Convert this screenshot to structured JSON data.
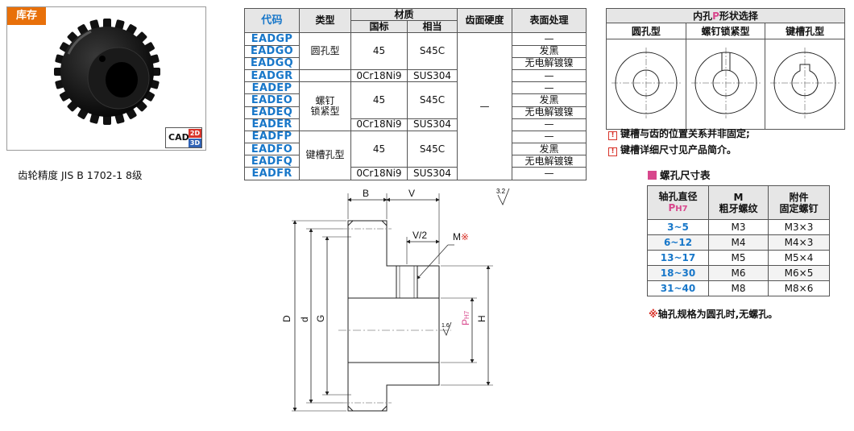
{
  "product": {
    "stock_tag": "库存",
    "cad_label": "CAD",
    "cad_2d": "2D",
    "cad_3d": "3D",
    "precision": "齿轮精度 JIS B 1702-1 8级"
  },
  "spec_table": {
    "headers": {
      "code": "代码",
      "type": "类型",
      "material": "材质",
      "material_std": "国标",
      "material_equiv": "相当",
      "hardness": "齿面硬度",
      "surface": "表面处理"
    },
    "codes": [
      "EADGP",
      "EADGO",
      "EADGQ",
      "EADGR",
      "EADEP",
      "EADEO",
      "EADEQ",
      "EADER",
      "EADFP",
      "EADFO",
      "EADFQ",
      "EADFR"
    ],
    "types": {
      "round": "圆孔型",
      "screw_line1": "螺钉",
      "screw_line2": "锁紧型",
      "keyway": "键槽孔型"
    },
    "material_45": "45",
    "material_s45c": "S45C",
    "material_ss": "0Cr18Ni9",
    "material_sus": "SUS304",
    "hardness_value": "—",
    "surface_none": "—",
    "surface_black": "发黑",
    "surface_nickel": "无电解镀镍"
  },
  "hole_shapes": {
    "title_prefix": "内孔",
    "title_p": "P",
    "title_suffix": "形状选择",
    "round": "圆孔型",
    "screw": "螺钉锁紧型",
    "keyway": "键槽孔型",
    "note1": "键槽与齿的位置关系并非固定;",
    "note2": "键槽详细尺寸见产品简介。"
  },
  "screw_table": {
    "title": "螺孔尺寸表",
    "h_diameter": "轴孔直径",
    "h_p": "P",
    "h_p_sub": "H7",
    "h_m": "M",
    "h_coarse": "粗牙螺纹",
    "h_acc": "附件",
    "h_fixing": "固定螺钉",
    "rows": [
      {
        "range": "3~5",
        "m": "M3",
        "screw": "M3×3"
      },
      {
        "range": "6~12",
        "m": "M4",
        "screw": "M4×3"
      },
      {
        "range": "13~17",
        "m": "M5",
        "screw": "M5×4"
      },
      {
        "range": "18~30",
        "m": "M6",
        "screw": "M6×5"
      },
      {
        "range": "31~40",
        "m": "M8",
        "screw": "M8×6"
      }
    ],
    "footnote_mark": "※",
    "footnote": "轴孔规格为圆孔时,无螺孔。"
  },
  "drawing": {
    "B": "B",
    "V": "V",
    "V2": "V/2",
    "M": "M",
    "M_mark": "※",
    "D": "D",
    "d": "d",
    "G": "G",
    "P": "P",
    "P_sub": "H7",
    "H": "H",
    "rough_32": "3.2",
    "rough_16": "1.6"
  },
  "colors": {
    "accent_orange": "#e8700a",
    "code_blue": "#1877c9",
    "note_red": "#d8332a",
    "pink": "#d8478c"
  }
}
